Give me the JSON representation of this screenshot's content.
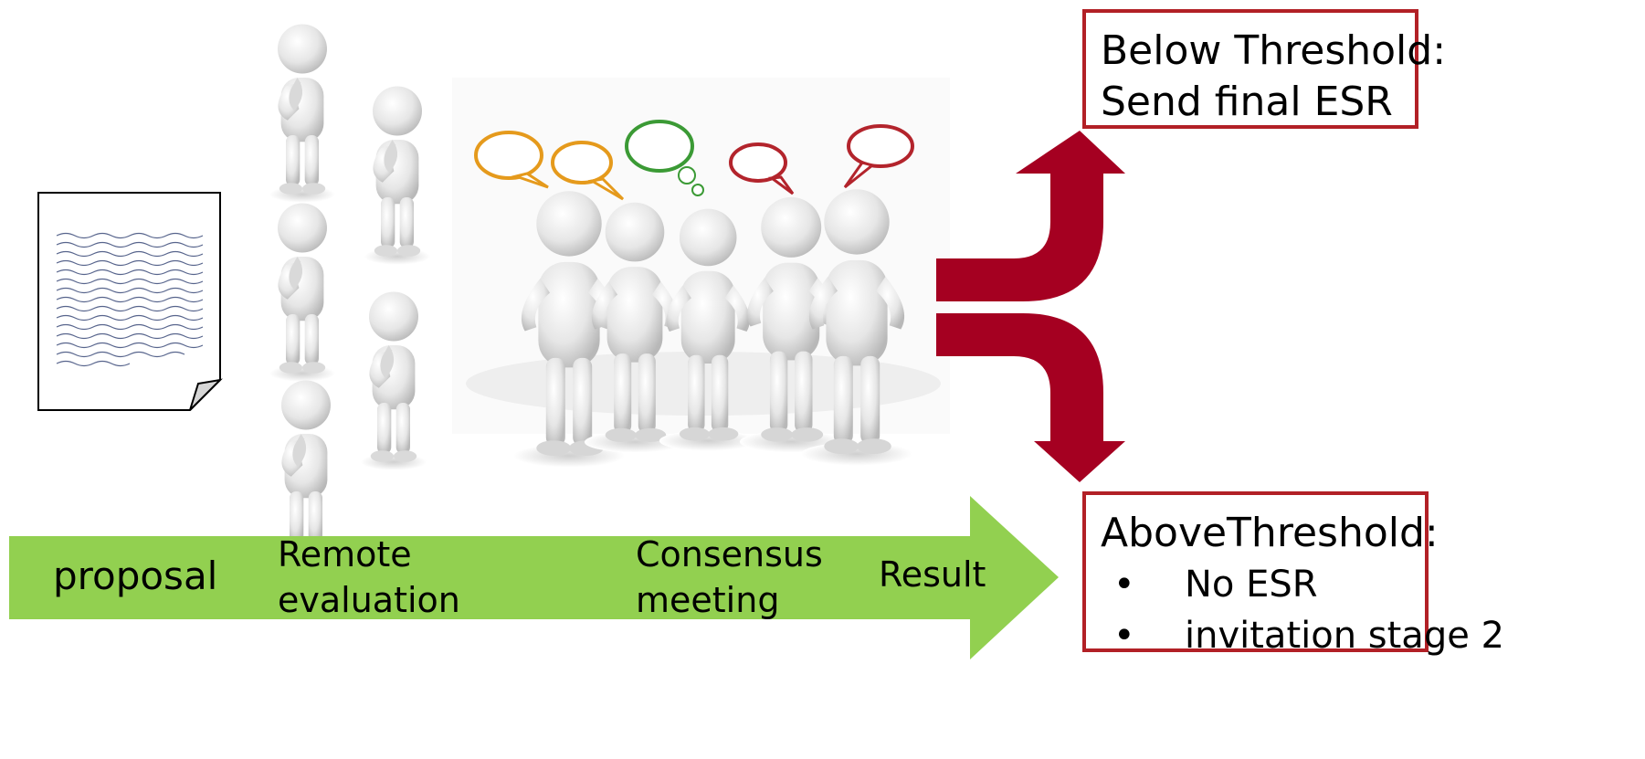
{
  "flow": {
    "proposal": "proposal",
    "remote_1": "Remote",
    "remote_2": "evaluation",
    "consensus_1": "Consensus",
    "consensus_2": "meeting",
    "result": "Result"
  },
  "below": {
    "line1": "Below Threshold:",
    "line2": "Send final ESR"
  },
  "above": {
    "title": "AboveThreshold:",
    "items": [
      "No ESR",
      "invitation stage 2"
    ]
  },
  "colors": {
    "flow_arrow": "#92d050",
    "branch_arrow": "#a50021",
    "box_border": "#b22026",
    "bubble_orange": "#e59a1c",
    "bubble_green": "#3b9a35",
    "bubble_red": "#b3242c"
  },
  "icons": [
    "document-icon",
    "thinking-person-icon",
    "meeting-group-icon",
    "speech-bubble-icon"
  ]
}
